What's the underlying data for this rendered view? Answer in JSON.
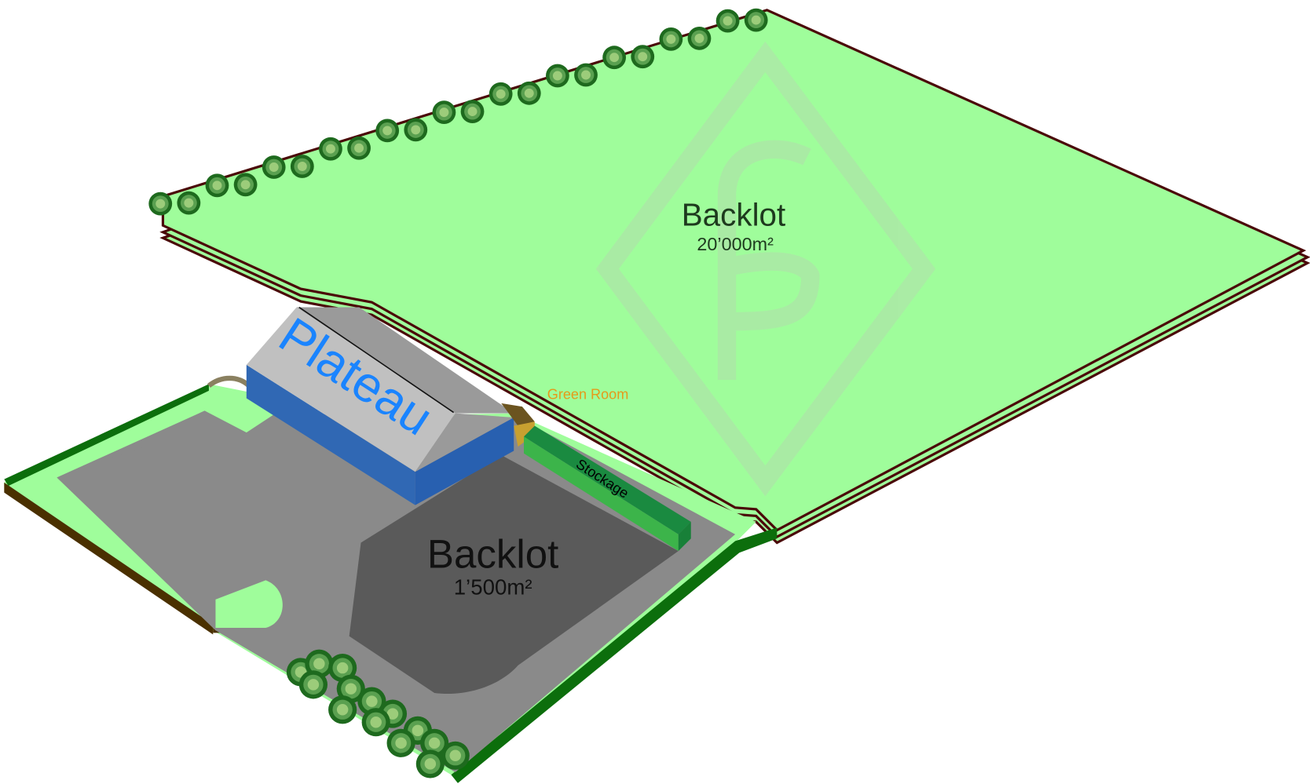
{
  "large_backlot": {
    "name": "Backlot",
    "area": "20’000m²"
  },
  "small_backlot": {
    "name": "Backlot",
    "area": "1’500m²"
  },
  "plateau": {
    "label": "Plateau"
  },
  "green_room": {
    "label": "Green Room"
  },
  "stockage": {
    "label": "Stockage"
  },
  "colors": {
    "grass": "#9ffd9b",
    "fence": "#4a0808",
    "road": "#8a8a8a",
    "lot": "#5a5a5a",
    "building_blue": "#2e66b4",
    "roof": "#c0c0c0",
    "plateau_text": "#1a84ff",
    "green_room_text": "#e59a1a",
    "hedge": "#0c6e0c"
  }
}
